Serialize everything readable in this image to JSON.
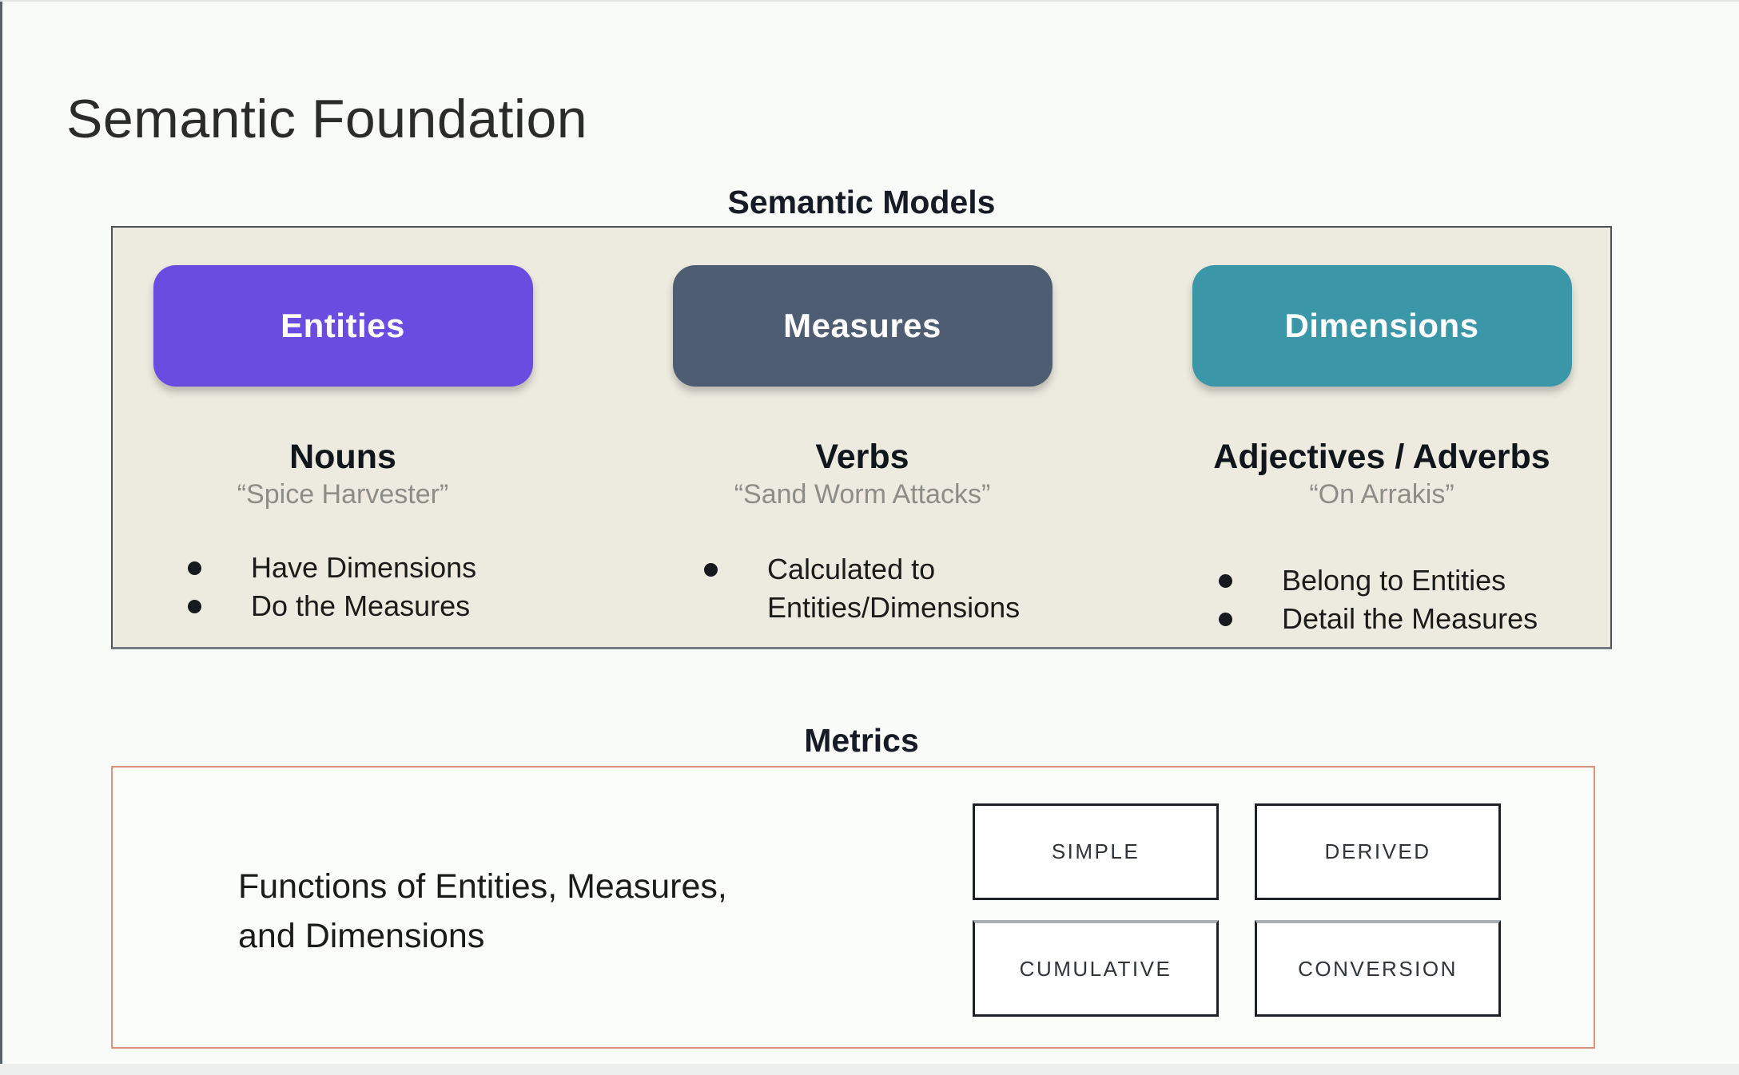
{
  "slide": {
    "title": "Semantic Foundation"
  },
  "semantic_models": {
    "heading": "Semantic Models",
    "panel_bg": "#edeadf",
    "columns": [
      {
        "button_label": "Entities",
        "button_color": "#6a4ce1",
        "word_class": "Nouns",
        "example": "“Spice Harvester”",
        "bullets": [
          "Have Dimensions",
          "Do the Measures"
        ]
      },
      {
        "button_label": "Measures",
        "button_color": "#4f5d73",
        "word_class": "Verbs",
        "example": "“Sand Worm Attacks”",
        "bullets": [
          "Calculated to Entities/Dimensions"
        ]
      },
      {
        "button_label": "Dimensions",
        "button_color": "#3b97a8",
        "word_class": "Adjectives / Adverbs",
        "example": "“On Arrakis”",
        "bullets": [
          "Belong to Entities",
          "Detail the Measures"
        ]
      }
    ]
  },
  "metrics": {
    "heading": "Metrics",
    "accent_border": "#dd937a",
    "description_line1": "Functions of Entities, Measures,",
    "description_line2": "and Dimensions",
    "types": [
      "SIMPLE",
      "DERIVED",
      "CUMULATIVE",
      "CONVERSION"
    ]
  }
}
